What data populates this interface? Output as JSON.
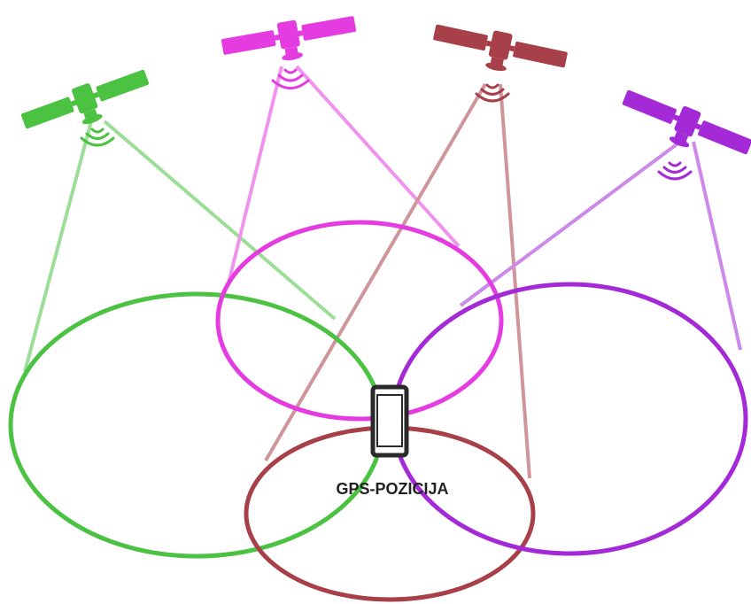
{
  "label": "GPS-POZICIJA",
  "colors": {
    "green": "#4cc243",
    "magenta": "#e43ce0",
    "brown": "#a8404a",
    "purple": "#a42ad8",
    "phone": "#2a2a2a"
  },
  "satellites": [
    {
      "name": "satellite-green",
      "color": "#4cc243"
    },
    {
      "name": "satellite-magenta",
      "color": "#e43ce0"
    },
    {
      "name": "satellite-brown",
      "color": "#a8404a"
    },
    {
      "name": "satellite-purple",
      "color": "#a42ad8"
    }
  ],
  "icons": {
    "satellite": "satellite-icon",
    "phone": "smartphone-icon",
    "signal": "signal-waves-icon"
  }
}
